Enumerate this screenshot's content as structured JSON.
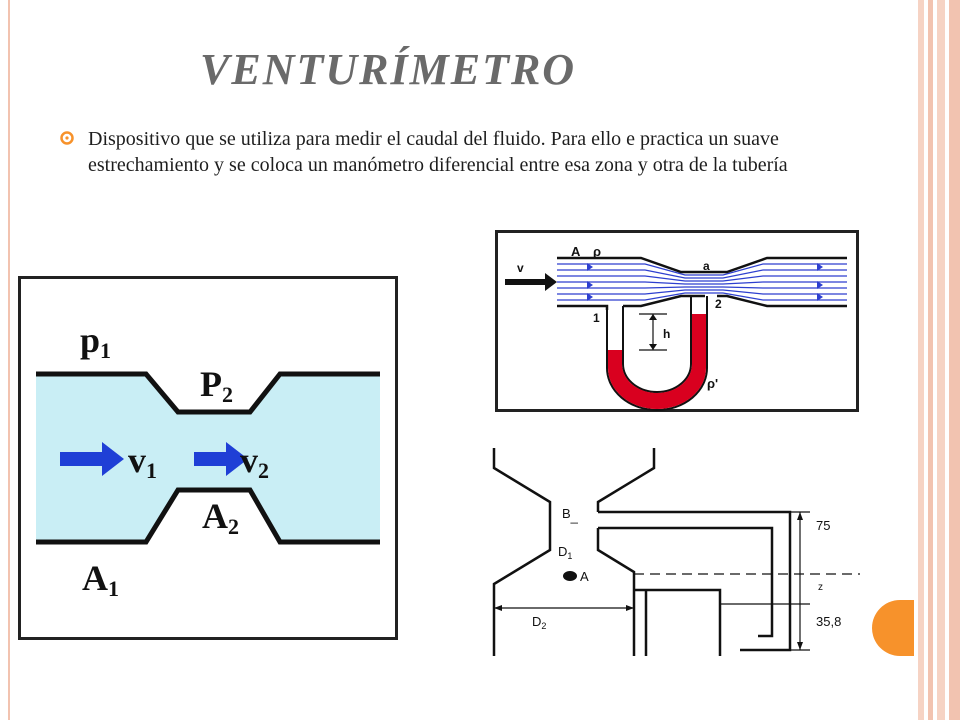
{
  "slide": {
    "title": "VENTURÍMETRO",
    "bullet_text": "Dispositivo que se utiliza para medir el caudal del fluido. Para ello e practica un suave estrechamiento y se coloca un manómetro diferencial entre esa zona y otra de la tubería"
  },
  "figure_left": {
    "labels": {
      "p1": "p",
      "p1_sub": "1",
      "p2": "P",
      "p2_sub": "2",
      "v1": "v",
      "v1_sub": "1",
      "v2": "v",
      "v2_sub": "2",
      "a1": "A",
      "a1_sub": "1",
      "a2": "A",
      "a2_sub": "2"
    }
  },
  "figure_top_right": {
    "labels": {
      "v": "v",
      "a_big": "A",
      "rho": "ρ",
      "a_small": "a",
      "point1": "1",
      "point2": "2",
      "h": "h",
      "rho_prime": "ρ'"
    }
  },
  "figure_bottom_right": {
    "labels": {
      "b": "B",
      "d1": "D",
      "d1_sub": "1",
      "point_a": "A",
      "d2": "D",
      "d2_sub": "2",
      "dim_75": "75",
      "dim_z": "z",
      "dim_358": "35,8"
    }
  },
  "colors": {
    "title": "#6a6a6a",
    "accent_orange": "#f7922b",
    "frame_pink": "#f2c3b0",
    "fluid_blue": "#c9eef5",
    "arrow_blue": "#1f3fd6",
    "mercury_red": "#d9001f"
  }
}
